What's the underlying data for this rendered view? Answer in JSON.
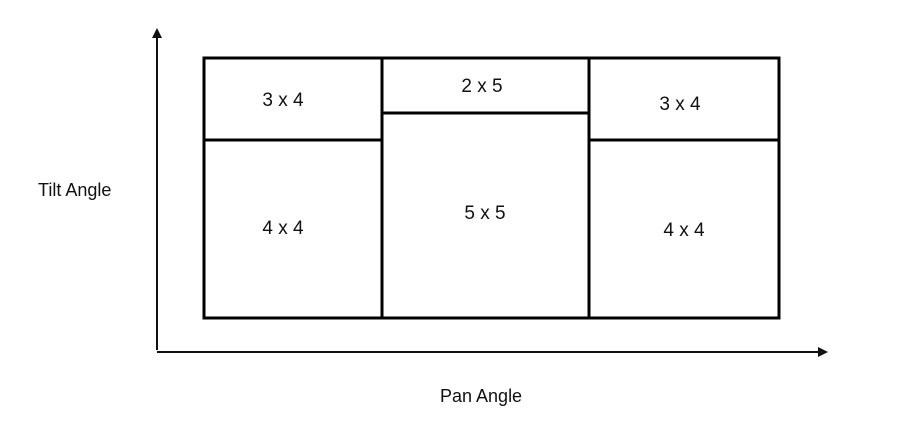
{
  "axes": {
    "y_label": "Tilt Angle",
    "x_label": "Pan Angle"
  },
  "grid": {
    "cells": [
      {
        "id": "left-top",
        "label": "3 x 4"
      },
      {
        "id": "left-bottom",
        "label": "4 x 4"
      },
      {
        "id": "middle-top",
        "label": "2 x 5"
      },
      {
        "id": "middle-bottom",
        "label": "5 x 5"
      },
      {
        "id": "right-top",
        "label": "3 x 4"
      },
      {
        "id": "right-bottom",
        "label": "4 x 4"
      }
    ]
  },
  "colors": {
    "stroke": "#000000",
    "axis": "#111111",
    "background": "#ffffff"
  }
}
